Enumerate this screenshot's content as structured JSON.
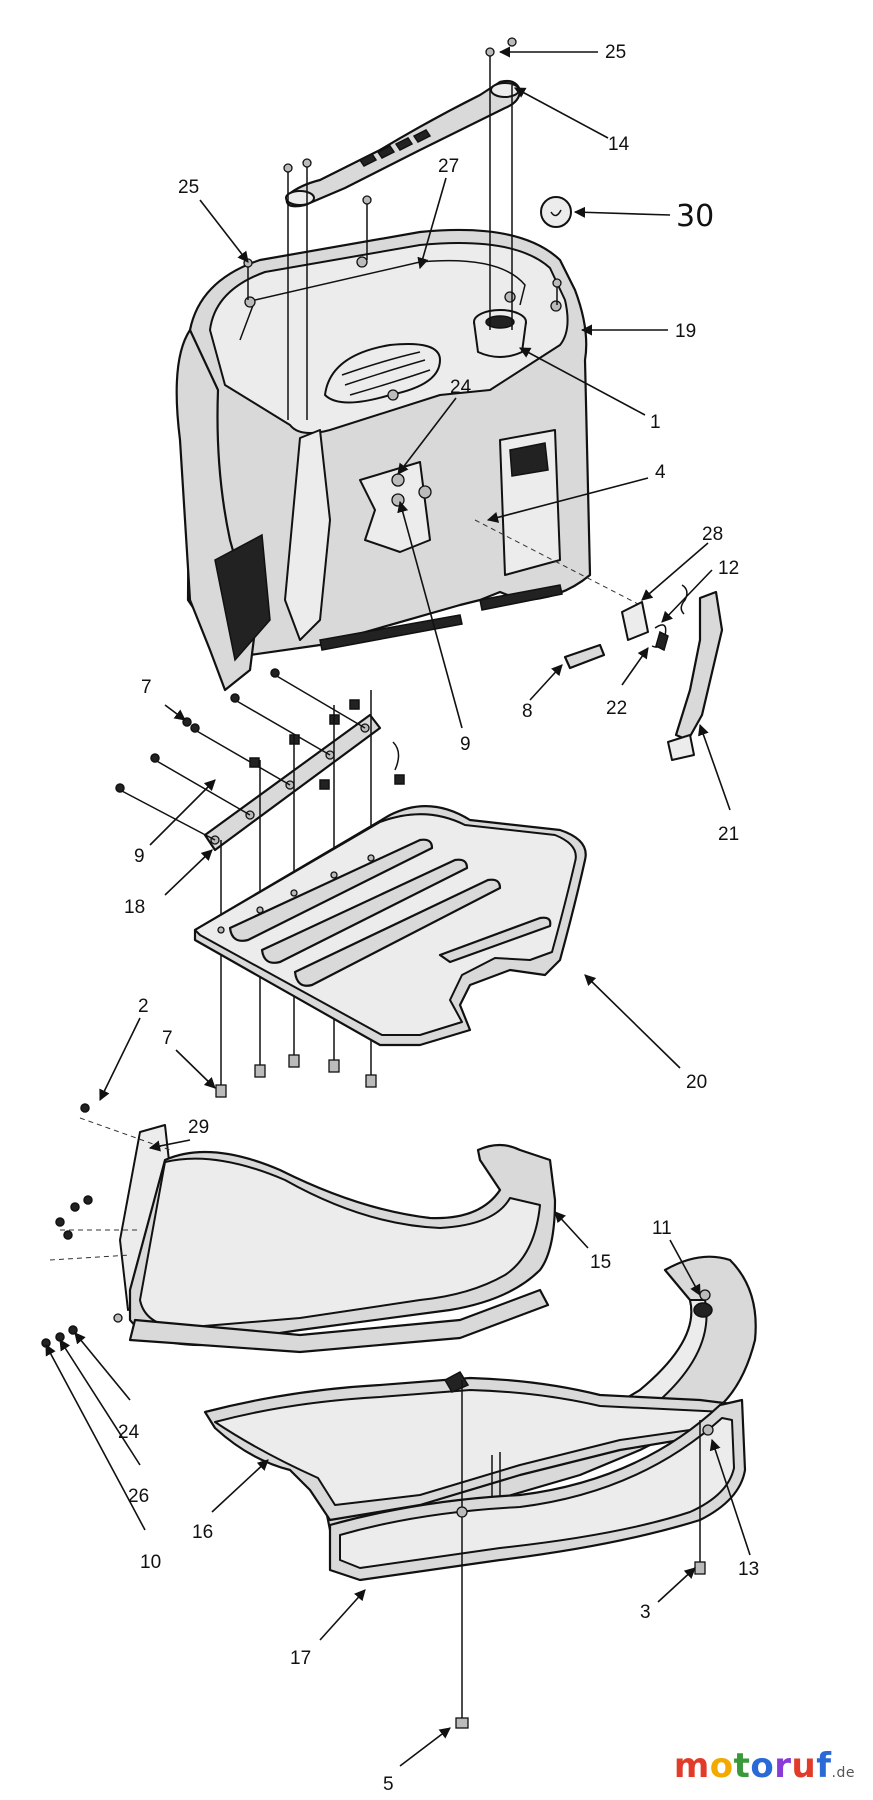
{
  "callouts": {
    "c25a": "25",
    "c14": "14",
    "c25b": "25",
    "c27": "27",
    "c30": "30",
    "c19": "19",
    "c24a": "24",
    "c1": "1",
    "c4": "4",
    "c28": "28",
    "c12": "12",
    "c9a": "9",
    "c8": "8",
    "c22": "22",
    "c21": "21",
    "c7a": "7",
    "c9b": "9",
    "c18": "18",
    "c20": "20",
    "c2": "2",
    "c7b": "7",
    "c29": "29",
    "c15": "15",
    "c11": "11",
    "c24b": "24",
    "c26": "26",
    "c10": "10",
    "c16": "16",
    "c13": "13",
    "c3": "3",
    "c17": "17",
    "c5": "5"
  },
  "logo": {
    "brand": "motoruf",
    "suffix": ".de",
    "colors": [
      "#e23b2a",
      "#f2a900",
      "#3a9a3a",
      "#2a6ad6",
      "#8a3ad6",
      "#e23b2a",
      "#2a6ad6"
    ]
  }
}
